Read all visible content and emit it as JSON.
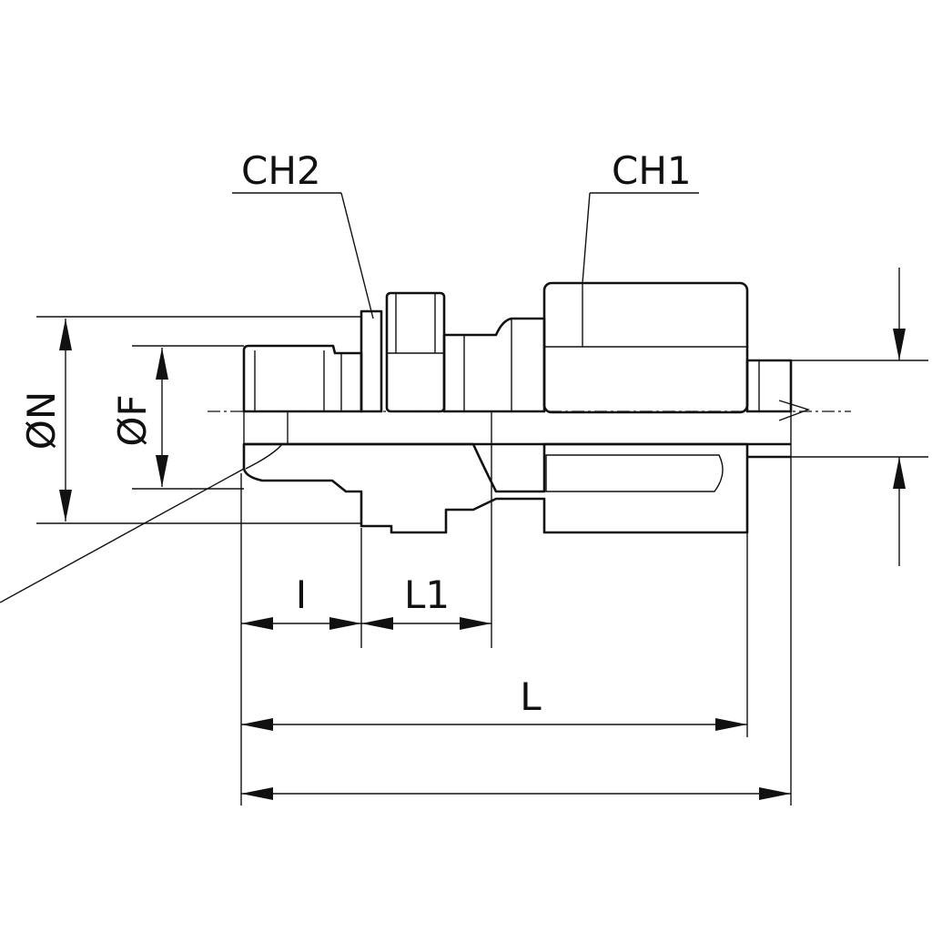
{
  "labels": {
    "ch2": "CH2",
    "ch1": "CH1",
    "diam_n": "ØN",
    "diam_f": "ØF",
    "dim_i": "I",
    "dim_l1": "L1",
    "dim_l": "L"
  }
}
